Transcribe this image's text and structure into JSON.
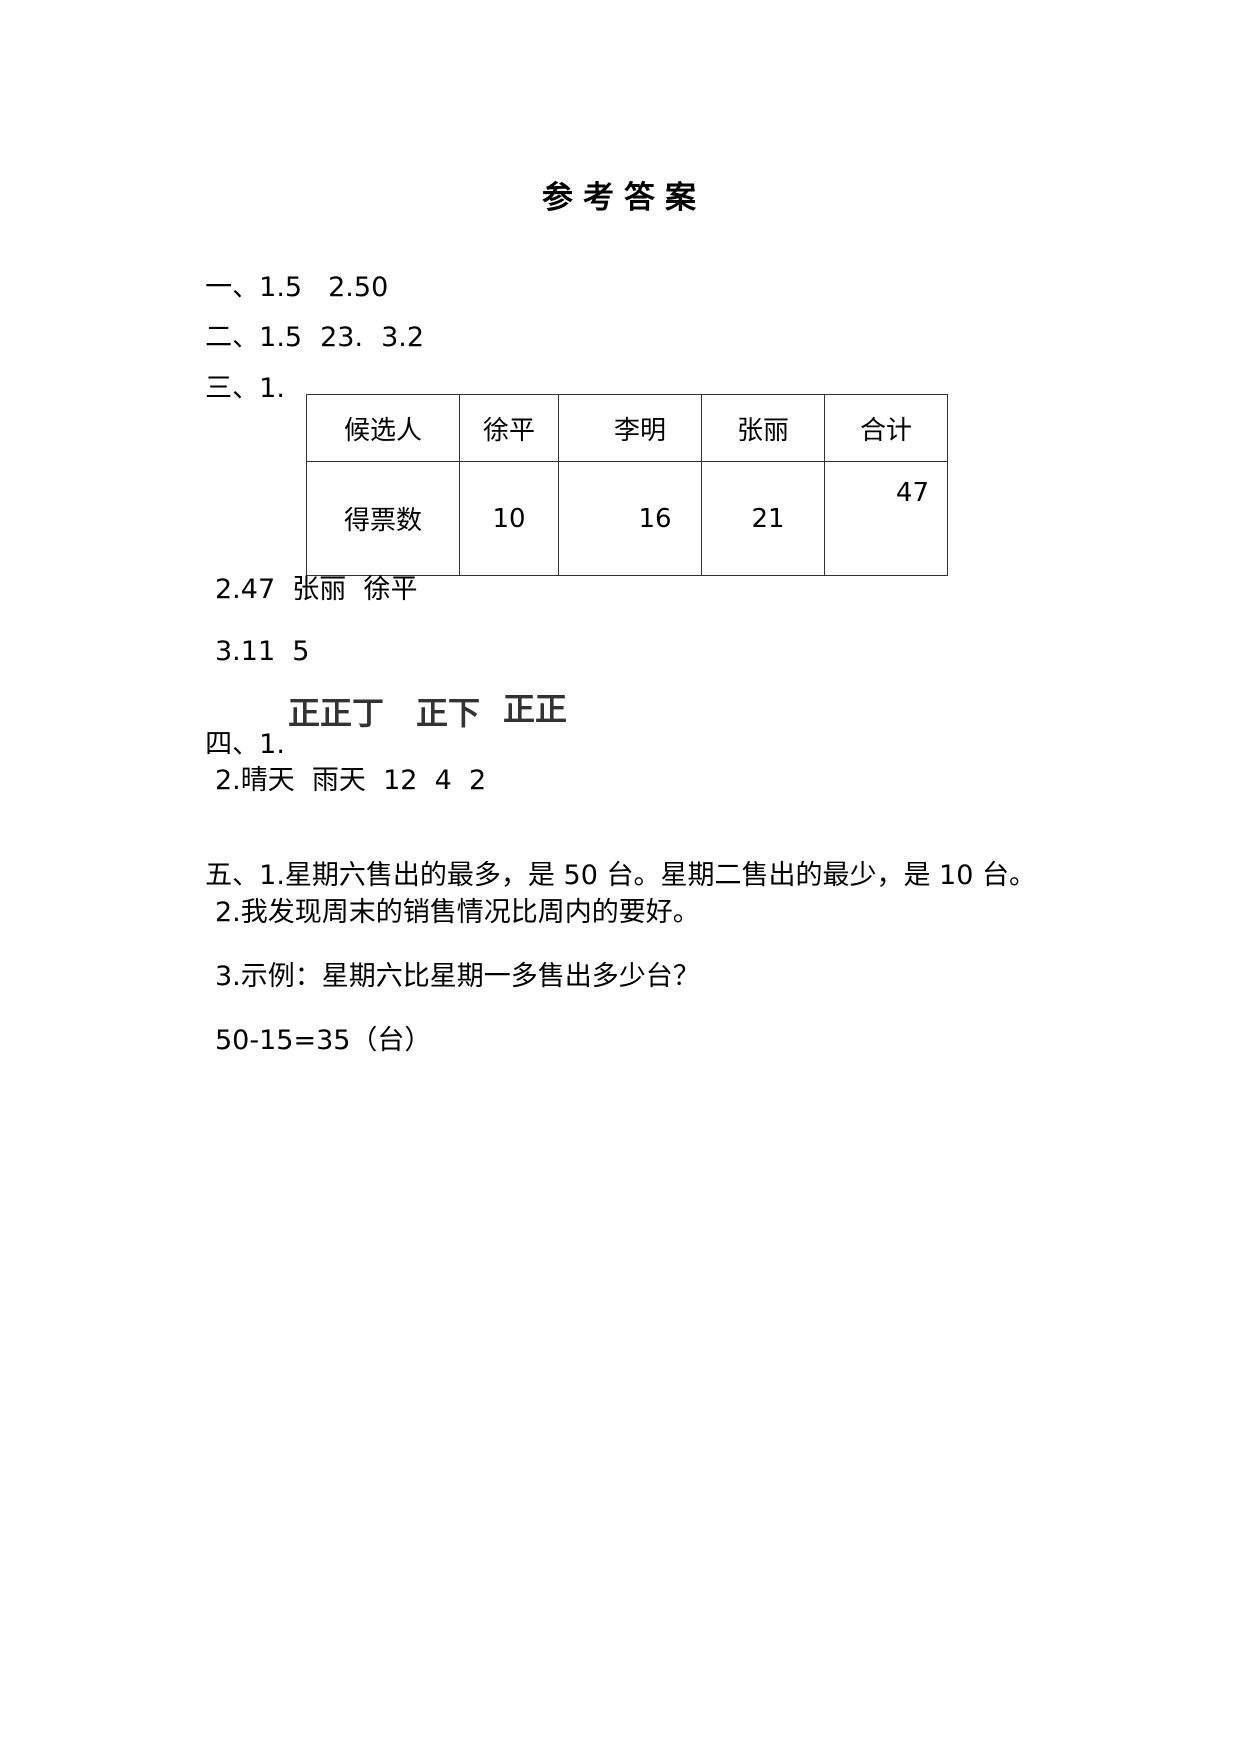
{
  "title": "参考答案",
  "section1": {
    "label": "一、",
    "answers": [
      "1.5",
      "2.50"
    ]
  },
  "section2": {
    "label": "二、",
    "answers": [
      "1.5",
      "23.",
      "3.2"
    ]
  },
  "section3": {
    "label": "三、",
    "q1_label": "1.",
    "table": {
      "header": [
        "候选人",
        "徐平",
        "李明",
        "张丽",
        "合计"
      ],
      "row": [
        "得票数",
        "10",
        "16",
        "21",
        "47"
      ]
    },
    "q2": "2.47  张丽  徐平",
    "q3": "3.11  5"
  },
  "section4": {
    "label": "四、",
    "q1_label": "1.",
    "tallies": [
      "正正丁",
      "正下",
      "正正"
    ],
    "q2": "2.晴天  雨天  12  4  2"
  },
  "section5": {
    "label": "五、",
    "q1": "1.星期六售出的最多，是 50 台。星期二售出的最少，是 10 台。",
    "q2": "2.我发现周末的销售情况比周内的要好。",
    "q3": "3.示例：星期六比星期一多售出多少台？",
    "q3_answer": "50-15=35（台）"
  }
}
